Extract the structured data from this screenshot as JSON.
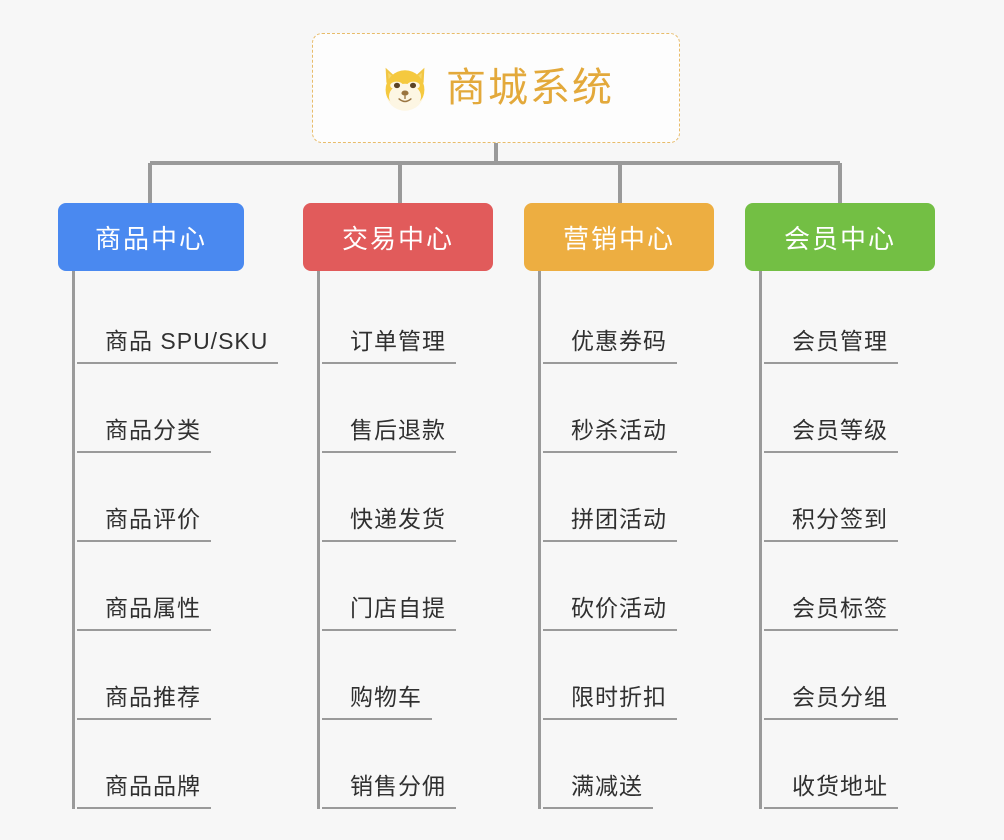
{
  "theme": {
    "background": "#f7f7f7",
    "connector_color": "#9a9a9a",
    "root_border_color": "#e8bc6a",
    "root_title_color": "#e3a93b",
    "item_text_color": "#303030"
  },
  "root": {
    "title": "商城系统",
    "icon": "shiba-dog-face-emoji"
  },
  "categories": [
    {
      "label": "商品中心",
      "color": "#4a89f0",
      "items": [
        "商品 SPU/SKU",
        "商品分类",
        "商品评价",
        "商品属性",
        "商品推荐",
        "商品品牌"
      ]
    },
    {
      "label": "交易中心",
      "color": "#e15b5b",
      "items": [
        "订单管理",
        "售后退款",
        "快递发货",
        "门店自提",
        "购物车",
        "销售分佣"
      ]
    },
    {
      "label": "营销中心",
      "color": "#edae41",
      "items": [
        "优惠券码",
        "秒杀活动",
        "拼团活动",
        "砍价活动",
        "限时折扣",
        "满减送"
      ]
    },
    {
      "label": "会员中心",
      "color": "#73bf44",
      "items": [
        "会员管理",
        "会员等级",
        "积分签到",
        "会员标签",
        "会员分组",
        "收货地址"
      ]
    }
  ]
}
